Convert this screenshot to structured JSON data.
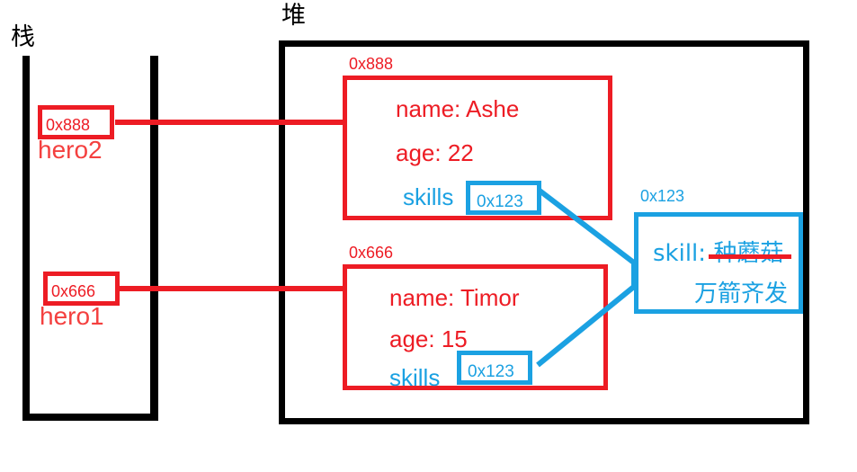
{
  "diagram": {
    "stack": {
      "title": "栈",
      "variables": [
        {
          "address": "0x888",
          "name": "hero2"
        },
        {
          "address": "0x666",
          "name": "hero1"
        }
      ]
    },
    "heap": {
      "title": "堆",
      "objects": [
        {
          "address_label": "0x888",
          "name_field": "name: Ashe",
          "age_field": "age: 22",
          "skills_label": "skills",
          "skills_pointer": "0x123"
        },
        {
          "address_label": "0x666",
          "name_field": "name: Timor",
          "age_field": "age: 15",
          "skills_label": "skills",
          "skills_pointer": "0x123"
        }
      ],
      "skills_object": {
        "address_label": "0x123",
        "skill_prefix": "skill: ",
        "skill_old_value": "种蘑菇",
        "skill_new_value": "万箭齐发"
      }
    },
    "colors": {
      "red": "#ed1c24",
      "blue": "#1ba1e2",
      "black": "#000000",
      "background": "#ffffff"
    }
  }
}
